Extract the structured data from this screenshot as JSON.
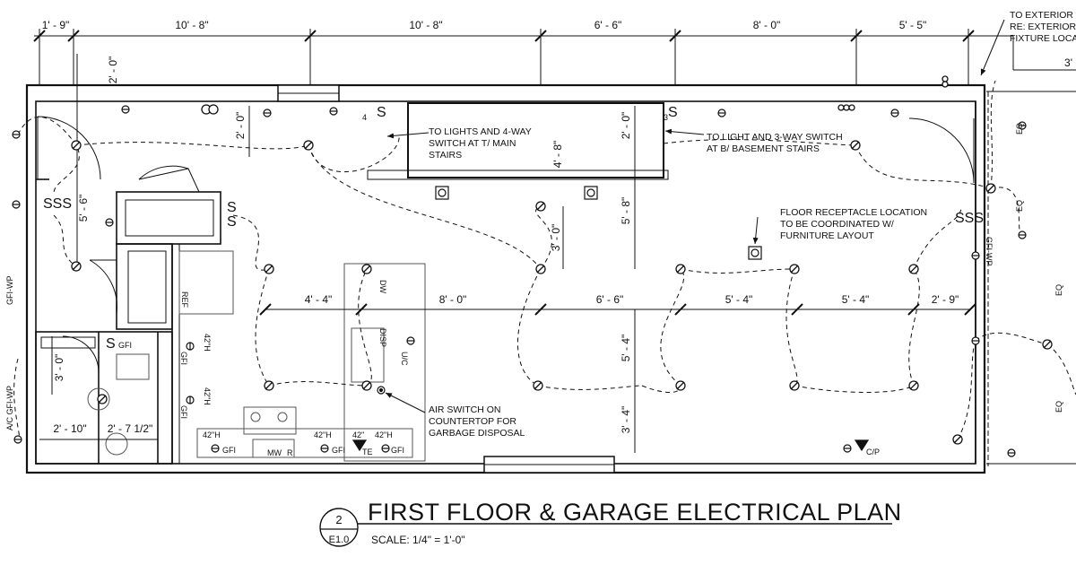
{
  "title": {
    "main": "FIRST FLOOR & GARAGE ELECTRICAL PLAN",
    "scale": "SCALE: 1/4\" = 1'-0\"",
    "detail_number": "2",
    "sheet": "E1.0"
  },
  "top_dimensions": [
    "1' - 9\"",
    "10' - 8\"",
    "10' - 8\"",
    "6' - 6\"",
    "8' - 0\"",
    "5' - 5\"",
    "3'"
  ],
  "interior_dimensions": [
    "4' - 4\"",
    "8' - 0\"",
    "6' - 6\"",
    "5' - 4\"",
    "5' - 4\"",
    "2' - 9\""
  ],
  "vertical_dimensions": {
    "left_top": "2' - 0\"",
    "left_hall": "5' - 6\"",
    "stair_left": "2' - 0\"",
    "stair_right": "2' - 0\"",
    "stair_center": "4' - 8\"",
    "stair_bottom": "5' - 8\"",
    "mid": "3' - 0\"",
    "lower_a": "5' - 4\"",
    "lower_b": "3' - 4\"",
    "bath": "3' - 0\""
  },
  "bottom_dimensions": [
    "2' - 10\"",
    "2' - 7 1/2\""
  ],
  "notes": {
    "lights_4way_1": "TO LIGHTS AND  4-WAY",
    "lights_4way_2": "SWITCH AT T/ MAIN",
    "lights_4way_3": "STAIRS",
    "light_3way_1": "TO LIGHT AND 3-WAY SWITCH",
    "light_3way_2": "AT B/ BASEMENT STAIRS",
    "floor_rec_1": "FLOOR RECEPTACLE LOCATION",
    "floor_rec_2": "TO BE COORDINATED W/",
    "floor_rec_3": "FURNITURE LAYOUT",
    "air_switch_1": "AIR SWITCH ON",
    "air_switch_2": "COUNTERTOP FOR",
    "air_switch_3": "GARBAGE DISPOSAL",
    "exterior_1": "TO EXTERIOR S",
    "exterior_2": "RE: EXTERIOR",
    "exterior_3": "FIXTURE LOCA"
  },
  "device_labels": {
    "ref": "REF",
    "dw": "DW",
    "disp": "DISP",
    "uc": "U/C",
    "gfi": "GFI",
    "h42": "42\"H",
    "h42_short": "42\"",
    "mw": "MW",
    "r": "R",
    "te": "TE",
    "cp": "C/P",
    "gfi_wp": "GFI-WP",
    "ac_gfi_wp": "A/C GFI-WP",
    "eq": "EQ",
    "s3": "S3",
    "s4": "S4",
    "num3": "3",
    "num4": "4"
  }
}
